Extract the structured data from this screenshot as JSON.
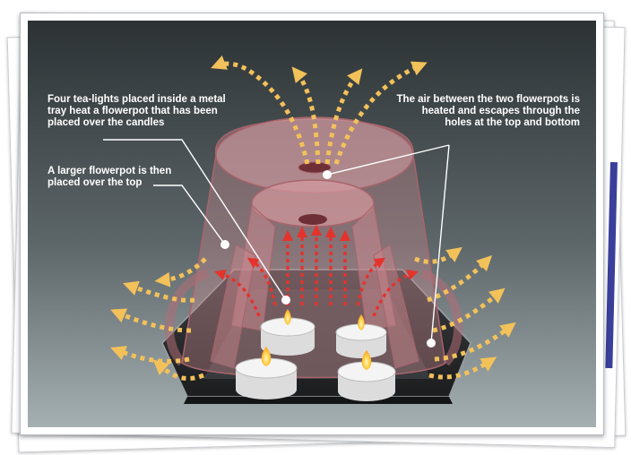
{
  "captions": {
    "tealights": "Four tea-lights placed inside a metal tray heat a flowerpot that has been placed over the candles",
    "larger_pot": "A larger flowerpot is then placed over the top",
    "air": "The air between the two flowerpots is heated and escapes through the holes at the top and bottom"
  },
  "colors": {
    "background_top": "#2c3234",
    "background_bottom": "#a5b0b3",
    "pot": "#c9888f",
    "arrow": "#f2c15a",
    "heat": "#e4332c",
    "flame": "#ffbf2a",
    "frame_accent": "#3a3f9a"
  }
}
